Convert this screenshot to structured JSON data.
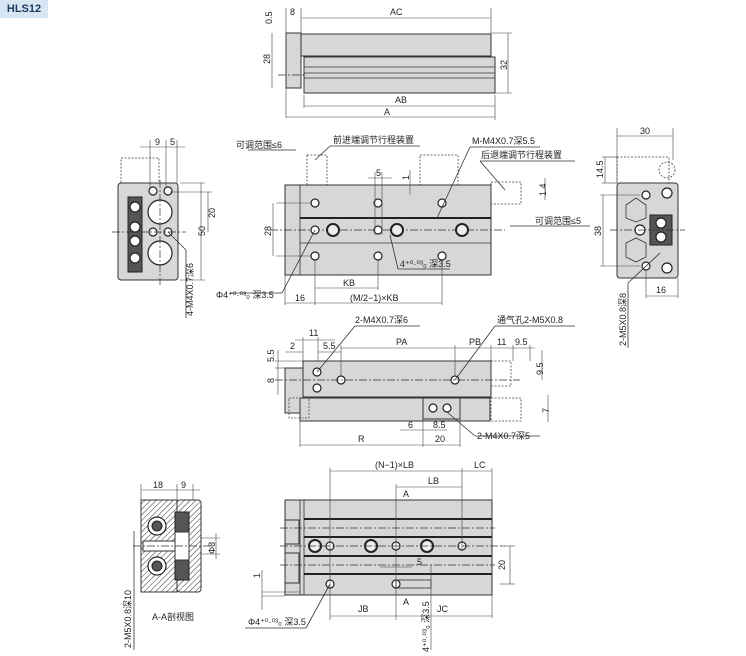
{
  "model_label": "HLS12",
  "top_view": {
    "d_0_5": "0.5",
    "d_8": "8",
    "d_AC": "AC",
    "d_28": "28",
    "d_32": "32",
    "d_AB": "AB",
    "d_A": "A"
  },
  "left_view": {
    "d_9": "9",
    "d_5": "5",
    "d_20": "20",
    "d_50": "50",
    "note_thread": "4-M4X0.7深6"
  },
  "front_view": {
    "adj_range_front": "可调范围≤6",
    "front_stroke_adjuster": "前进端调节行程装置",
    "thread_note": "M-M4X0.7深5.5",
    "rear_stroke_adjuster": "后退端调节行程装置",
    "d_5": "5",
    "d_1": "1",
    "d_1_4": "1.4",
    "adj_range_rear": "可调范围≤5",
    "d_28": "28",
    "pin_note_right": "4⁺⁰·⁰³₀ 深3.5",
    "pin_note_left": "Φ4⁺⁰·⁰³₀ 深3.5",
    "d_KB": "KB",
    "d_16": "16",
    "d_M_KB": "(M/2−1)×KB"
  },
  "right_view": {
    "d_30": "30",
    "d_14_5": "14.5",
    "d_38": "38",
    "d_16": "16",
    "port_note": "2-M5X0.8深8"
  },
  "side_view": {
    "thread_note_top": "2-M4X0.7深6",
    "vent_note": "通气孔2-M5X0.8",
    "d_11": "11",
    "d_2": "2",
    "d_5_5": "5.5",
    "d_PA": "PA",
    "d_PB": "PB",
    "d_11b": "11",
    "d_9_5": "9.5",
    "d_5_5v": "5.5",
    "d_8v": "8",
    "d_9_5v": "9.5",
    "d_7v": "7",
    "d_6": "6",
    "d_8_5": "8.5",
    "thread_note_bottom": "2-M4X0.7深5",
    "d_R": "R",
    "d_20": "20"
  },
  "bottom_view": {
    "d_N_LB": "(N−1)×LB",
    "d_LC": "LC",
    "d_LB": "LB",
    "section_A_top": "A",
    "d_5": "5",
    "d_20": "20",
    "d_1": "1",
    "section_A_bottom": "A",
    "d_JB": "JB",
    "d_JC": "JC",
    "pin_note_left": "Φ4⁺⁰·⁰³₀ 深3.5",
    "pin_note_vertical": "4⁺⁰·⁰³₀ 深3.5"
  },
  "section_view": {
    "d_18": "18",
    "d_9": "9",
    "d_phi8": "Φ8",
    "title": "A-A剖视图",
    "port_note": "2-M5X0.8深10"
  }
}
